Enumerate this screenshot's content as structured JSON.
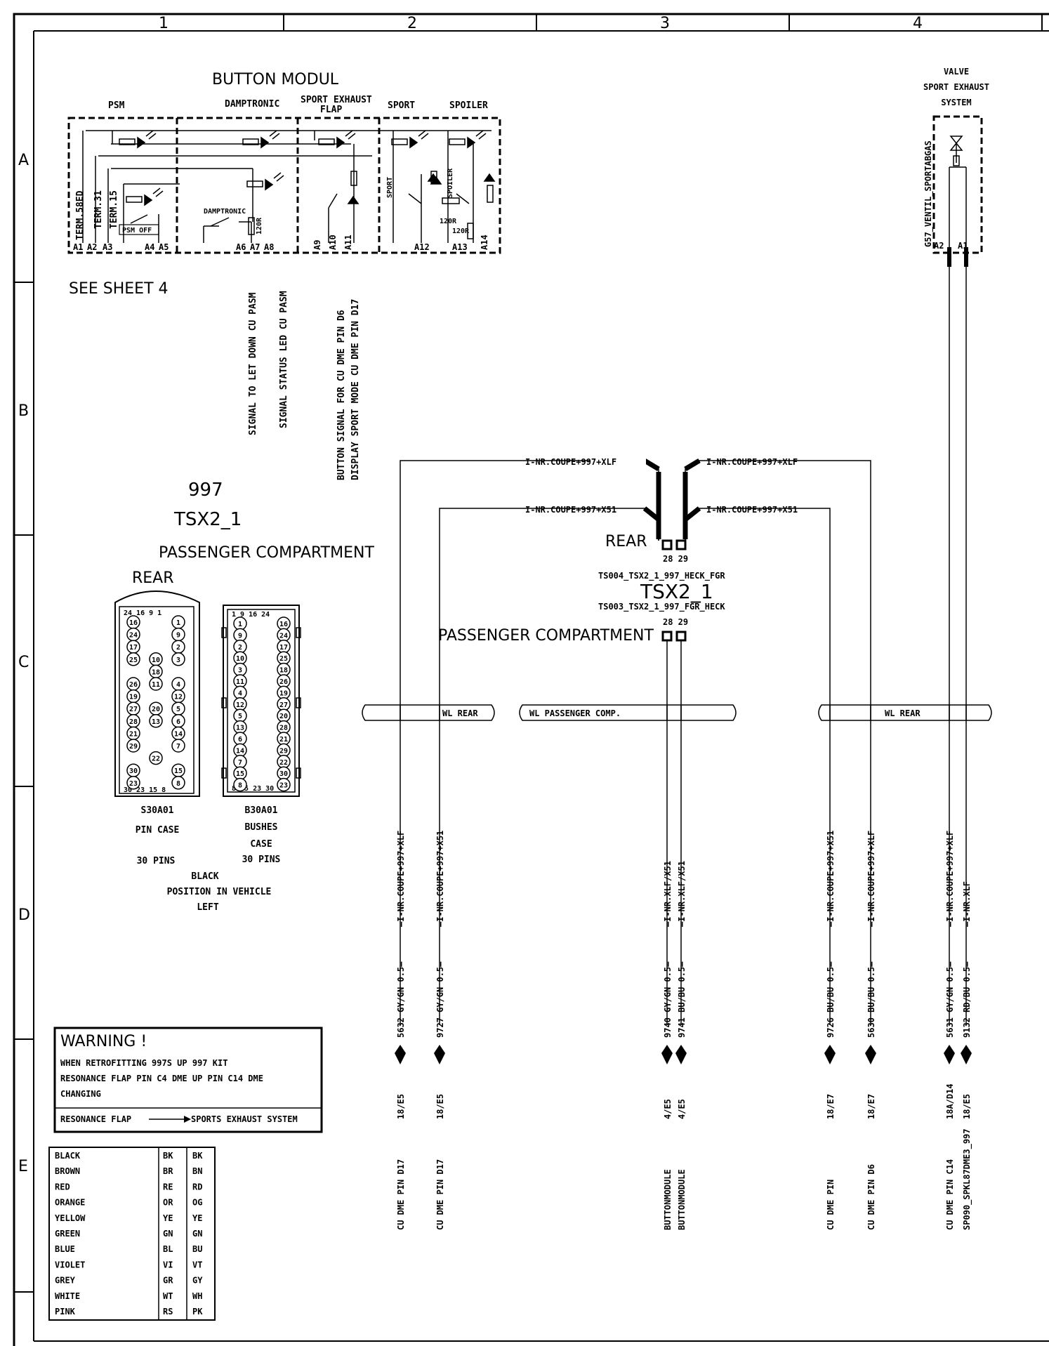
{
  "frame": {
    "columns": [
      "1",
      "2",
      "3",
      "4"
    ],
    "rows": [
      "A",
      "B",
      "C",
      "D",
      "E"
    ]
  },
  "button_module": {
    "title": "BUTTON  MODUL",
    "sections": [
      "PSM",
      "DAMPTRONIC",
      "SPORT EXHAUST",
      "FLAP",
      "SPORT",
      "SPOILER"
    ],
    "terms": [
      "TERM.58ED",
      "TERM.31",
      "TERM.15"
    ],
    "inner_labels": [
      "PSM OFF",
      "DAMPTRONIC",
      "120R",
      "SPORT",
      "SPOILER",
      "120R",
      "120R"
    ],
    "pins": [
      "A1",
      "A2",
      "A3",
      "A4",
      "A5",
      "A6",
      "A7",
      "A8",
      "A9",
      "A10",
      "A11",
      "A12",
      "A13",
      "A14"
    ],
    "see_sheet": "SEE SHEET 4",
    "signals": [
      "SIGNAL TO LET DOWN  CU PASM",
      "SIGNAL  STATUS LED  CU PASM",
      "BUTTON  SIGNAL FOR  CU DME   PIN D6",
      "DISPLAY SPORT MODE  CU DME   PIN D17"
    ]
  },
  "valve": {
    "title_lines": [
      "VALVE",
      "SPORT EXHAUST",
      "SYSTEM"
    ],
    "label": "G57_VENTIL_SPORTABGAS",
    "pins": [
      "A2",
      "A1"
    ]
  },
  "connector_left": {
    "line1": "997",
    "line2": "TSX2_1",
    "line3": "PASSENGER COMPARTMENT",
    "rear": "REAR",
    "pin_case": {
      "name": "S30A01",
      "type": "PIN CASE",
      "pins_label": "30 PINS",
      "top_numbers": "24 16  9   1",
      "bottom_numbers": "30  23  15  8",
      "rows": [
        [
          "16",
          "1"
        ],
        [
          "24",
          "9"
        ],
        [
          "17",
          "2"
        ],
        [
          "25",
          "10",
          "3"
        ],
        [
          "18"
        ],
        [
          "26",
          "11",
          "4"
        ],
        [
          "19",
          "12"
        ],
        [
          "27",
          "20",
          "5"
        ],
        [
          "28",
          "13",
          "6"
        ],
        [
          "21",
          "14"
        ],
        [
          "29",
          "7"
        ],
        [
          "22"
        ],
        [
          "30",
          "15"
        ],
        [
          "23",
          "8"
        ]
      ]
    },
    "bush_case": {
      "name": "B30A01",
      "type_lines": [
        "BUSHES",
        "CASE"
      ],
      "pins_label": "30 PINS",
      "top_numbers": "1  9  16 24",
      "bottom_numbers": "8  15  23  30",
      "rows": [
        [
          "1",
          "16"
        ],
        [
          "9",
          "24"
        ],
        [
          "2",
          "17"
        ],
        [
          "10",
          "25"
        ],
        [
          "3",
          "18"
        ],
        [
          "11",
          "26"
        ],
        [
          "4",
          "19"
        ],
        [
          "12",
          "27"
        ],
        [
          "5",
          "20"
        ],
        [
          "13",
          "28"
        ],
        [
          "6",
          "21"
        ],
        [
          "14",
          "29"
        ],
        [
          "7",
          "22"
        ],
        [
          "15",
          "30"
        ],
        [
          "8",
          "23"
        ]
      ]
    },
    "color_label": "BLACK",
    "position_lines": [
      "POSITION IN VEHICLE",
      "LEFT"
    ]
  },
  "connector_center": {
    "rear": "REAR",
    "pins_top": "28 29",
    "ts_rear": "TS004_TSX2_1_997_HECK_FGR",
    "name": "TSX2_1",
    "ts_front": "TS003_TSX2_1_997_FGR_HECK",
    "pins_bottom": "28 29",
    "passenger": "PASSENGER COMPARTMENT",
    "variants": [
      "I-NR.COUPE+997+XLF",
      "I-NR.COUPE+997+X51",
      "I-NR.COUPE+997+XLF",
      "I-NR.COUPE+997+X51"
    ]
  },
  "harness": {
    "left": "WL REAR",
    "center": "WL PASSENGER COMP.",
    "right": "WL REAR"
  },
  "wires": [
    {
      "id": "5632",
      "color": "GY/GN",
      "size": "0.5",
      "variant": "I-NR.COUPE+997+XLF",
      "ref": "18/E5",
      "dest": "CU DME   PIN D17"
    },
    {
      "id": "9727",
      "color": "GY/GN",
      "size": "0.5",
      "variant": "I-NR.COUPE+997+X51",
      "ref": "18/E5",
      "dest": "CU DME   PIN D17"
    },
    {
      "id": "9740",
      "color": "GY/GN",
      "size": "0.5",
      "variant": "I-NR.XLF/X51",
      "ref": "4/E5",
      "dest": "BUTTONMODULE"
    },
    {
      "id": "9741",
      "color": "BU/BU",
      "size": "0.5",
      "variant": "I-NR.XLF/X51",
      "ref": "4/E5",
      "dest": "BUTTONMODULE"
    },
    {
      "id": "9726",
      "color": "BU/BU",
      "size": "0.5",
      "variant": "I-NR.COUPE+997+X51",
      "ref": "18/E7",
      "dest": "CU DME    PIN"
    },
    {
      "id": "5630",
      "color": "BU/BU",
      "size": "0.5",
      "variant": "I-NR.COUPE+997+XLF",
      "ref": "18/E7",
      "dest": "CU DME  PIN D6"
    },
    {
      "id": "5631",
      "color": "GY/GN",
      "size": "0.5",
      "variant": "I-NR.COUPE+997+XLF",
      "ref": "18A/D14",
      "dest": "CU DME  PIN C14"
    },
    {
      "id": "9132",
      "color": "RD/BU",
      "size": "0.5",
      "variant": "I-NR.XLF",
      "ref": "18/E5",
      "dest": "SP090_SPKL87DME3_997"
    }
  ],
  "warning": {
    "title": "WARNING !",
    "lines": [
      "WHEN RETROFITTING  997S  UP  997 KIT",
      "RESONANCE FLAP PIN C4 DME UP  PIN C14 DME",
      "CHANGING"
    ],
    "flow_from": "RESONANCE FLAP",
    "flow_to": "SPORTS EXHAUST SYSTEM"
  },
  "color_legend": [
    [
      "BLACK",
      "BK",
      "BK"
    ],
    [
      "BROWN",
      "BR",
      "BN"
    ],
    [
      "RED",
      "RE",
      "RD"
    ],
    [
      "ORANGE",
      "OR",
      "OG"
    ],
    [
      "YELLOW",
      "YE",
      "YE"
    ],
    [
      "GREEN",
      "GN",
      "GN"
    ],
    [
      "BLUE",
      "BL",
      "BU"
    ],
    [
      "VIOLET",
      "VI",
      "VT"
    ],
    [
      "GREY",
      "GR",
      "GY"
    ],
    [
      "WHITE",
      "WT",
      "WH"
    ],
    [
      "PINK",
      "RS",
      "PK"
    ]
  ]
}
